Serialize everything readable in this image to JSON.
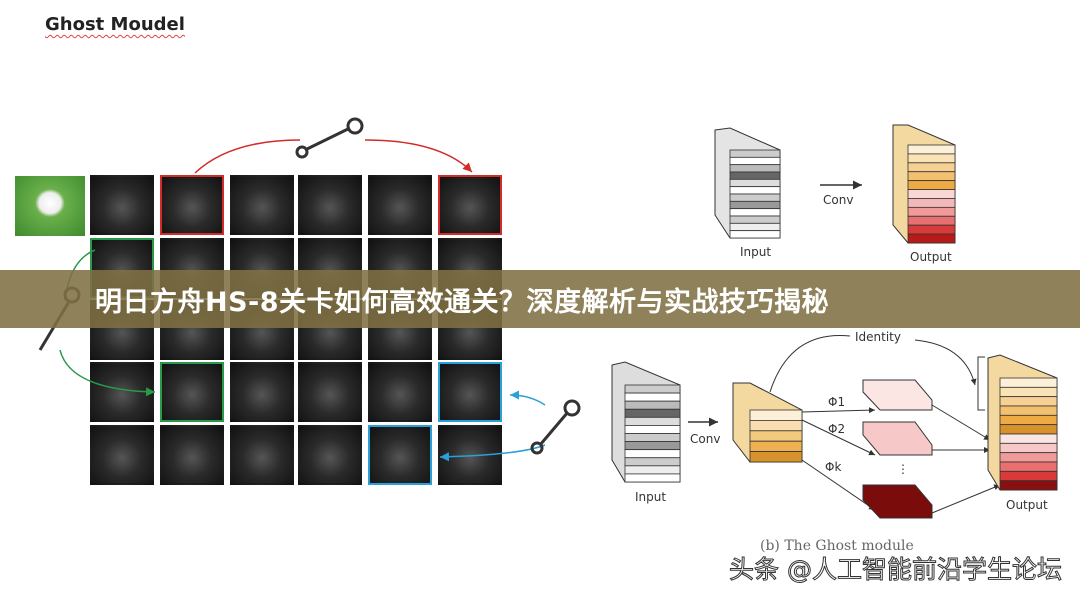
{
  "header": {
    "title": "Ghost Moudel"
  },
  "grid": {
    "red_cells": [
      [
        0,
        1
      ],
      [
        0,
        5
      ]
    ],
    "green_cells": [
      [
        1,
        0
      ],
      [
        3,
        1
      ]
    ],
    "blue_cells": [
      [
        3,
        5
      ],
      [
        4,
        4
      ]
    ],
    "colors": {
      "red": "#d32a2a",
      "green": "#2a9a4a",
      "blue": "#2aa0d8"
    }
  },
  "diagram_a": {
    "input_label": "Input",
    "op_label": "Conv",
    "output_label": "Output"
  },
  "diagram_b": {
    "input_label": "Input",
    "op_label": "Conv",
    "identity_label": "Identity",
    "phi1": "Φ1",
    "phi2": "Φ2",
    "phik": "Φk",
    "dots": "⋮",
    "output_label": "Output",
    "caption": "(b) The Ghost module"
  },
  "banner": {
    "text": "明日方舟HS-8关卡如何高效通关？深度解析与实战技巧揭秘",
    "color": "#807042"
  },
  "watermark": "头条 @人工智能前沿学生论坛"
}
